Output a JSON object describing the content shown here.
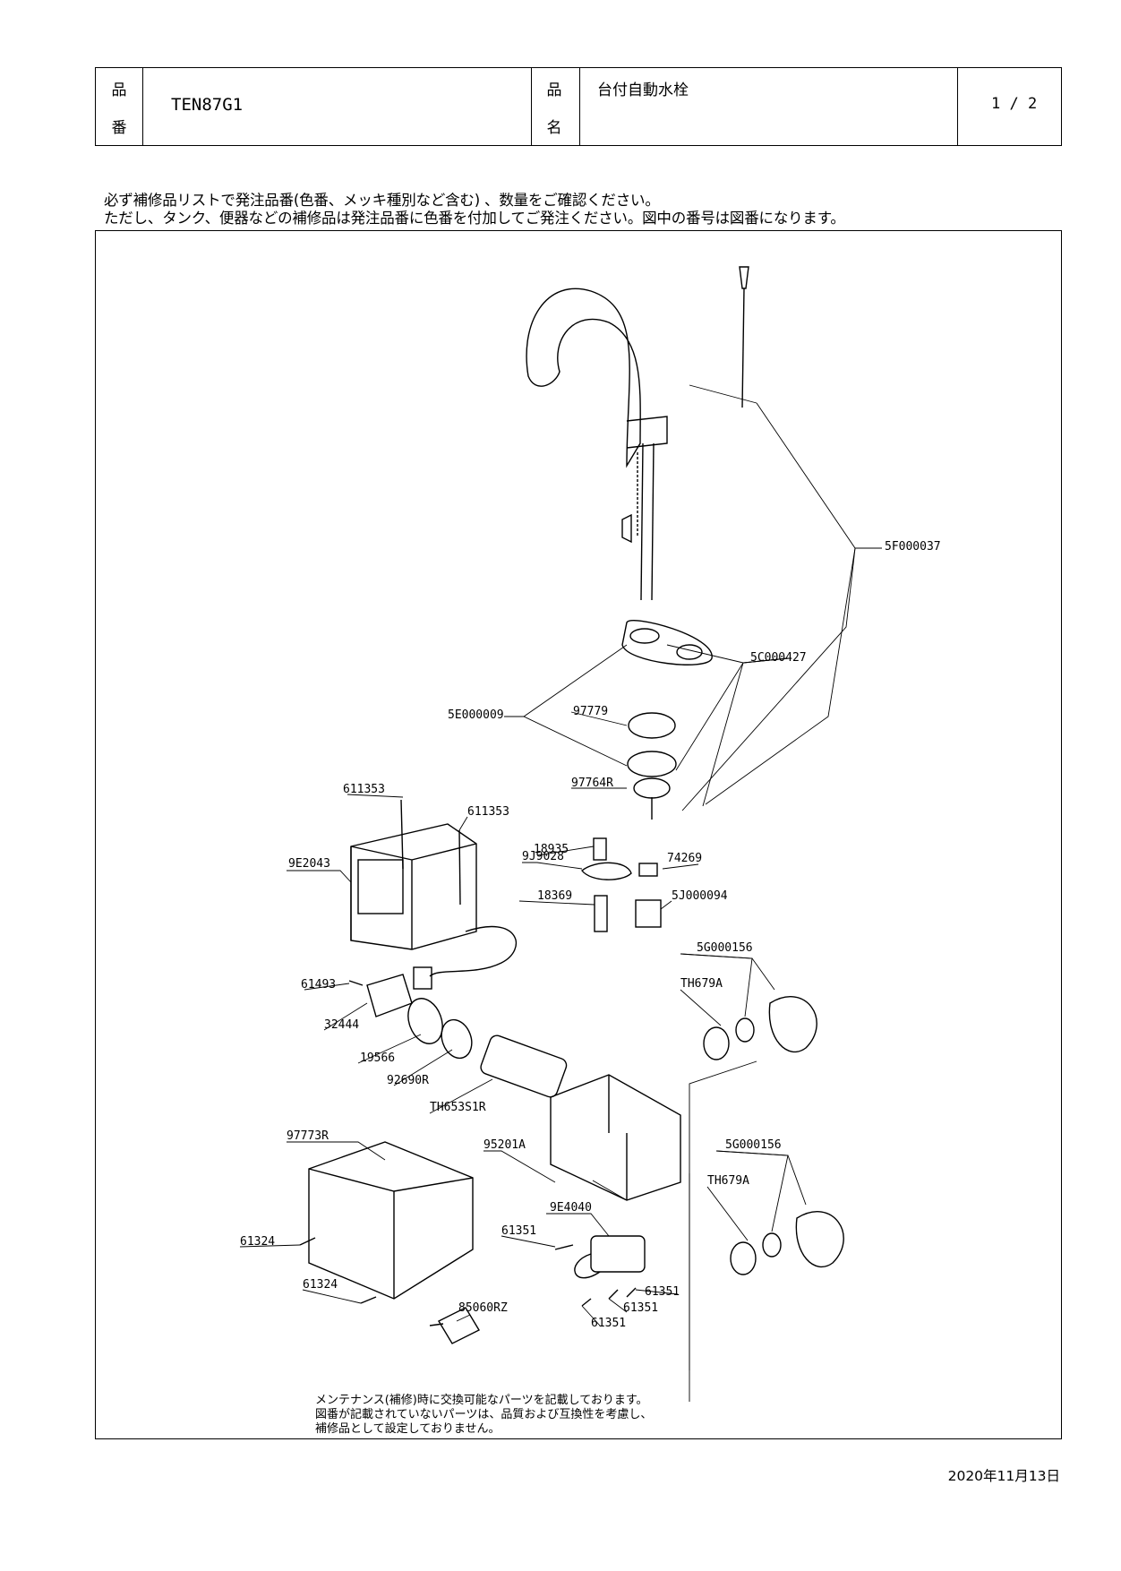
{
  "header": {
    "hinban_label_top": "品",
    "hinban_label_bottom": "番",
    "hinban": "TEN87G1",
    "hinmei_label_top": "品",
    "hinmei_label_bottom": "名",
    "hinmei": "台付自動水栓",
    "page": "1 / 2"
  },
  "notice": {
    "line1": "必ず補修品リストで発注品番(色番、メッキ種別など含む) 、数量をご確認ください。",
    "line2": "ただし、タンク、便器などの補修品は発注品番に色番を付加してご発注ください。図中の番号は図番になります。"
  },
  "parts": [
    {
      "id": "5F000037",
      "label": "5F000037"
    },
    {
      "id": "5C000427",
      "label": "5C000427"
    },
    {
      "id": "5E000009",
      "label": "5E000009"
    },
    {
      "id": "97779",
      "label": "97779"
    },
    {
      "id": "97764R",
      "label": "97764R"
    },
    {
      "id": "611353-a",
      "label": "611353"
    },
    {
      "id": "611353-b",
      "label": "611353"
    },
    {
      "id": "18935",
      "label": "18935"
    },
    {
      "id": "9J9028",
      "label": "9J9028"
    },
    {
      "id": "74269",
      "label": "74269"
    },
    {
      "id": "9E2043",
      "label": "9E2043"
    },
    {
      "id": "18369",
      "label": "18369"
    },
    {
      "id": "5J000094",
      "label": "5J000094"
    },
    {
      "id": "5G000156-a",
      "label": "5G000156"
    },
    {
      "id": "TH679A-a",
      "label": "TH679A"
    },
    {
      "id": "61493",
      "label": "61493"
    },
    {
      "id": "32444",
      "label": "32444"
    },
    {
      "id": "19566",
      "label": "19566"
    },
    {
      "id": "92690R",
      "label": "92690R"
    },
    {
      "id": "TH653S1R",
      "label": "TH653S1R"
    },
    {
      "id": "97773R",
      "label": "97773R"
    },
    {
      "id": "95201A",
      "label": "95201A"
    },
    {
      "id": "5G000156-b",
      "label": "5G000156"
    },
    {
      "id": "TH679A-b",
      "label": "TH679A"
    },
    {
      "id": "9E4040",
      "label": "9E4040"
    },
    {
      "id": "61351-a",
      "label": "61351"
    },
    {
      "id": "61324-a",
      "label": "61324"
    },
    {
      "id": "61324-b",
      "label": "61324"
    },
    {
      "id": "61351-b",
      "label": "61351"
    },
    {
      "id": "61351-c",
      "label": "61351"
    },
    {
      "id": "61351-d",
      "label": "61351"
    },
    {
      "id": "85060RZ",
      "label": "85060RZ"
    }
  ],
  "footnote": {
    "line1": "メンテナンス(補修)時に交換可能なパーツを記載しております。",
    "line2": "図番が記載されていないパーツは、品質および互換性を考慮し、",
    "line3": "補修品として設定しておりません。"
  },
  "date": "2020年11月13日"
}
